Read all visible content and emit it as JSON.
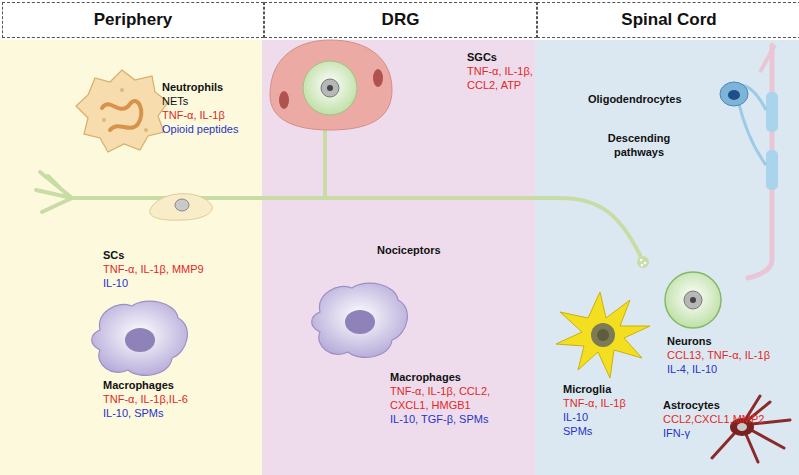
{
  "diagram": {
    "nodes": [
      {
        "text": [
          "Periphery"
        ]
      },
      {
        "text": [
          "DRG"
        ]
      },
      {
        "text": [
          "Spinal Cord"
        ]
      },
      {
        "text": [
          "Neutrophils",
          "NETs",
          "TNF-α, IL-1β",
          "Opioid peptides"
        ],
        "in": 0
      },
      {
        "text": [
          "SCs",
          "TNF-α, IL-1β, MMP9",
          "IL-10"
        ],
        "in": 0
      },
      {
        "text": [
          "Macrophages",
          "TNF-α, IL-1β,IL-6",
          "IL-10, SPMs"
        ],
        "in": 0
      },
      {
        "text": [
          "SGCs",
          "TNF-α, IL-1β, CCL2, ATP"
        ],
        "in": 1
      },
      {
        "text": [
          "Nociceptors"
        ],
        "in": 1
      },
      {
        "text": [
          "Macrophages",
          "TNF-α, IL-1β, CCL2, CXCL1, HMGB1",
          "IL-10, TGF-β, SPMs"
        ],
        "in": 1
      },
      {
        "text": [
          "Oligodendrocytes"
        ],
        "in": 2
      },
      {
        "text": [
          "Descending pathways"
        ],
        "in": 2
      },
      {
        "text": [
          "Microglia",
          "TNF-α, IL-1β",
          "IL-10",
          "SPMs"
        ],
        "in": 2
      },
      {
        "text": [
          "Neurons",
          "CCL13, TNF-α, IL-1β",
          "IL-4, IL-10"
        ],
        "in": 2
      },
      {
        "text": [
          "Astrocytes",
          "CCL2,CXCL1,MMP2",
          "IFN-γ"
        ],
        "in": 2
      }
    ]
  }
}
